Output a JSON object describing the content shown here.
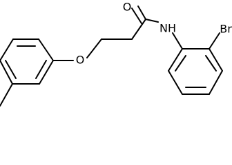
{
  "molecule": {
    "atom_labels": {
      "carbonyl_oxygen": "O",
      "amide_nitrogen": "NH",
      "bromine": "Br",
      "ether_oxygen": "O"
    }
  }
}
